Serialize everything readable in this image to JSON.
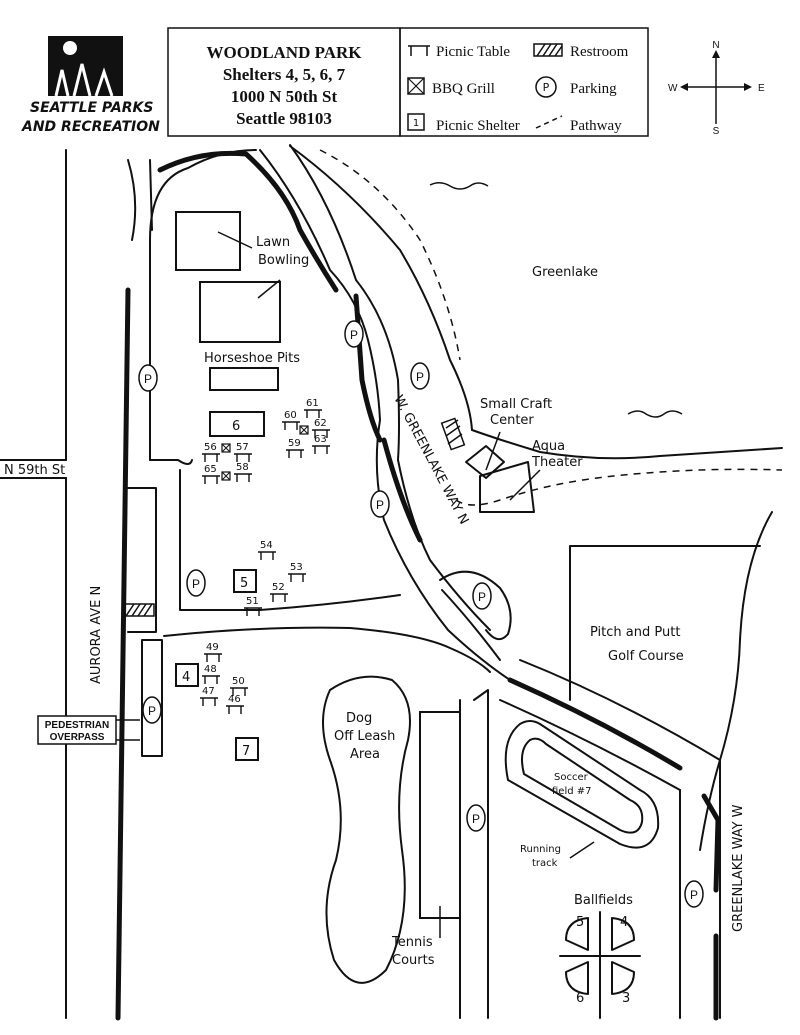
{
  "logo": {
    "line1": "SEATTLE PARKS",
    "line2": "AND RECREATION"
  },
  "title": {
    "name": "WOODLAND PARK",
    "shelters": "Shelters 4, 5, 6, 7",
    "address": "1000 N 50th St",
    "city": "Seattle 98103"
  },
  "legend": {
    "picnic_table": "Picnic Table",
    "restroom": "Restroom",
    "bbq_grill": "BBQ Grill",
    "parking": "Parking",
    "picnic_shelter": "Picnic Shelter",
    "picnic_shelter_symbol": "1",
    "parking_symbol": "P",
    "pathway": "Pathway"
  },
  "compass": {
    "n": "N",
    "s": "S",
    "e": "E",
    "w": "W"
  },
  "places": {
    "lawn_bowling_1": "Lawn",
    "lawn_bowling_2": "Bowling",
    "horseshoe": "Horseshoe Pits",
    "greenlake": "Greenlake",
    "small_craft_1": "Small Craft",
    "small_craft_2": "Center",
    "aqua_1": "Aqua",
    "aqua_2": "Theater",
    "pitch_1": "Pitch and Putt",
    "pitch_2": "Golf Course",
    "dog_1": "Dog",
    "dog_2": "Off Leash",
    "dog_3": "Area",
    "soccer_1": "Soccer",
    "soccer_2": "field #7",
    "running_1": "Running",
    "running_2": "track",
    "ballfields": "Ballfields",
    "tennis_1": "Tennis",
    "tennis_2": "Courts",
    "pedestrian_1": "PEDESTRIAN",
    "pedestrian_2": "OVERPASS"
  },
  "streets": {
    "n59": "N 59th St",
    "aurora": "AURORA AVE N",
    "wgreenlake": "W. GREENLAKE WAY N",
    "greenlake_w": "GREENLAKE WAY W"
  },
  "shelters": {
    "s4": "4",
    "s5": "5",
    "s6": "6",
    "s7": "7"
  },
  "tables": {
    "t60": "60",
    "t61": "61",
    "t62": "62",
    "t59": "59",
    "t63": "63",
    "t56": "56",
    "t57": "57",
    "t65": "65",
    "t58": "58",
    "t54": "54",
    "t53": "53",
    "t52": "52",
    "t51": "51",
    "t49": "49",
    "t48": "48",
    "t50": "50",
    "t47": "47",
    "t46": "46"
  },
  "ballfield_numbers": {
    "b5": "5",
    "b4": "4",
    "b6": "6",
    "b3": "3"
  },
  "parking": {
    "label": "P"
  }
}
